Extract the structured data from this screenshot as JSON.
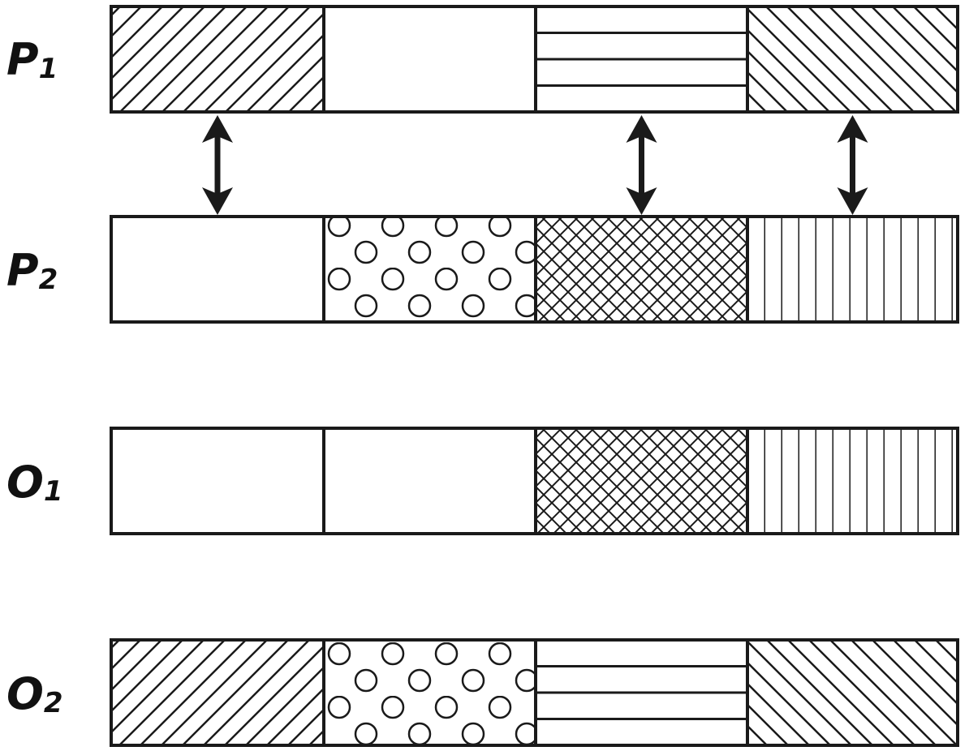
{
  "colors": {
    "stroke": "#1a1a1a",
    "fill": "#ffffff",
    "text": "#111111"
  },
  "rows": [
    {
      "id": "p1",
      "label_main": "P",
      "label_sub": "1",
      "segments": [
        "diagonal-right",
        "blank",
        "horizontal",
        "diagonal-left"
      ]
    },
    {
      "id": "p2",
      "label_main": "P",
      "label_sub": "2",
      "segments": [
        "blank",
        "circles",
        "crosshatch",
        "vertical"
      ]
    },
    {
      "id": "o1",
      "label_main": "O",
      "label_sub": "1",
      "segments": [
        "blank",
        "blank",
        "crosshatch",
        "vertical"
      ]
    },
    {
      "id": "o2",
      "label_main": "O",
      "label_sub": "2",
      "segments": [
        "diagonal-right",
        "circles",
        "horizontal",
        "diagonal-left"
      ]
    }
  ],
  "swaps": [
    {
      "from_row": 0,
      "to_row": 1,
      "segment": 0
    },
    {
      "from_row": 0,
      "to_row": 1,
      "segment": 2
    },
    {
      "from_row": 0,
      "to_row": 1,
      "segment": 3
    }
  ]
}
